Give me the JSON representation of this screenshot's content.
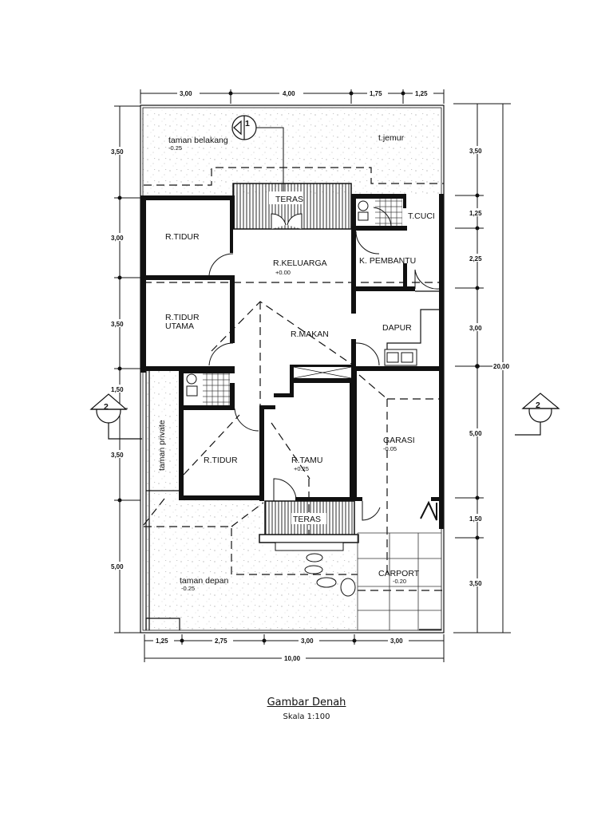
{
  "drawing": {
    "title": "Gambar Denah",
    "scale": "Skala 1:100"
  },
  "dimensions": {
    "top": [
      "3,00",
      "4,00",
      "1,75",
      "1,25"
    ],
    "bottom": [
      "1,25",
      "2,75",
      "3,00",
      "3,00"
    ],
    "bottom_total": "10,00",
    "left": [
      "3,50",
      "3,00",
      "3,50",
      "1,50",
      "3,50",
      "5,00"
    ],
    "right": [
      "3,50",
      "1,25",
      "2,25",
      "3,00",
      "5,00",
      "1,50",
      "3,50"
    ],
    "right_total": "20,00"
  },
  "rooms": {
    "taman_belakang": {
      "label": "taman belakang",
      "level": "-0.25"
    },
    "t_jemur": {
      "label": "t.jemur"
    },
    "teras_back": {
      "label": "TERAS"
    },
    "t_cuci": {
      "label": "T.CUCI"
    },
    "r_tidur_1": {
      "label": "R.TIDUR"
    },
    "r_keluarga": {
      "label": "R.KELUARGA",
      "level": "+0.00"
    },
    "k_pembantu": {
      "label": "K. PEMBANTU"
    },
    "r_tidur_utama_1": {
      "label": "R.TIDUR"
    },
    "r_tidur_utama_2": {
      "label": "UTAMA"
    },
    "r_makan": {
      "label": "R.MAKAN"
    },
    "dapur": {
      "label": "DAPUR"
    },
    "garasi": {
      "label": "GARASI",
      "level": "-0.05"
    },
    "taman_private": {
      "label": "taman private"
    },
    "r_tidur_2": {
      "label": "R.TIDUR"
    },
    "r_tamu": {
      "label": "R.TAMU",
      "level": "+0.25"
    },
    "teras_front": {
      "label": "TERAS"
    },
    "taman_depan": {
      "label": "taman depan",
      "level": "-0.25"
    },
    "carport": {
      "label": "CARPORT",
      "level": "-0.20"
    }
  },
  "section_markers": {
    "one": "1",
    "two_left": "2",
    "two_right": "2"
  },
  "colors": {
    "ink": "#111111",
    "paper": "#ffffff",
    "garden_speckle": "#9a9a9a"
  }
}
